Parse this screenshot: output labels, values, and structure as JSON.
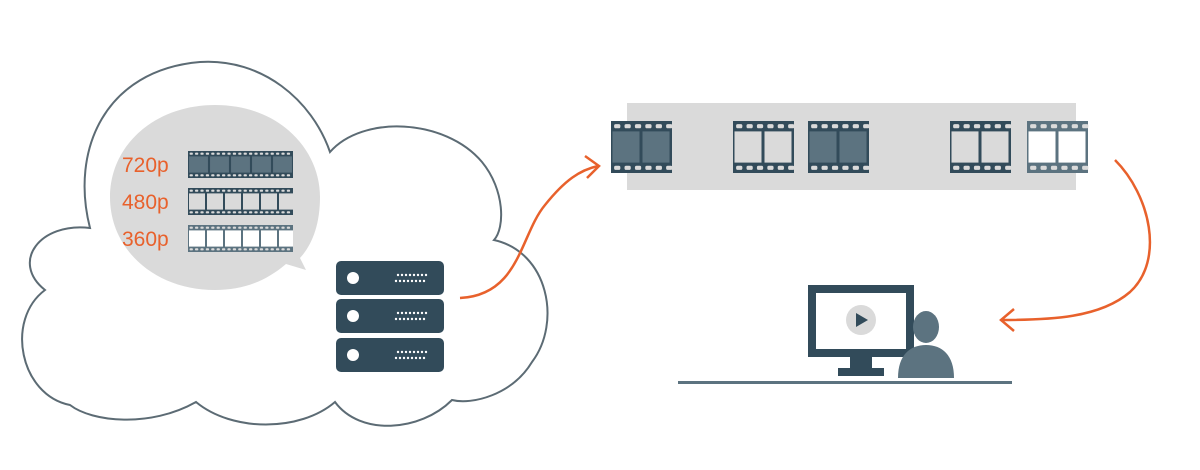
{
  "colors": {
    "dark": "#324b5a",
    "mid": "#5c7380",
    "orange": "#e8612c",
    "gray": "#dadada",
    "outline": "#5c6b74"
  },
  "renditions": [
    {
      "label": "720p",
      "style": "filled"
    },
    {
      "label": "480p",
      "style": "empty"
    },
    {
      "label": "360p",
      "style": "light"
    }
  ],
  "stream_frames": [
    "filled",
    "empty",
    "filled",
    "empty",
    "light"
  ],
  "icons": {
    "server": "server-rack-icon",
    "monitor": "monitor-play-icon",
    "user": "user-icon"
  }
}
